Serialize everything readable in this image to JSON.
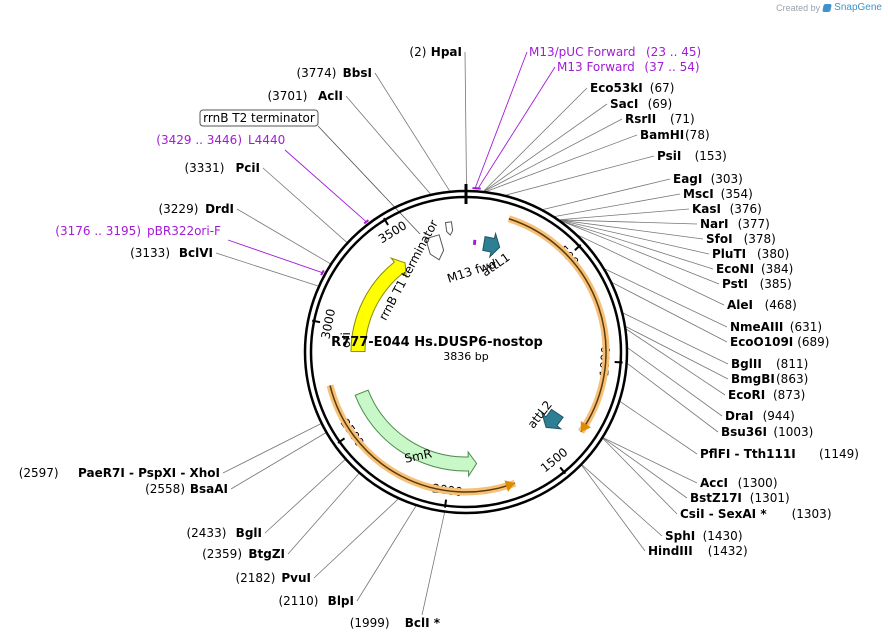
{
  "credit": {
    "prefix": "Created by",
    "brand": "SnapGene",
    "logo_icon": "snapgene-logo-icon"
  },
  "plasmid": {
    "name": "R777-E044 Hs.DUSP6-nostop",
    "size_label": "3836 bp",
    "length": 3836
  },
  "ticks": [
    {
      "label": "500",
      "bp": 500
    },
    {
      "label": "1000",
      "bp": 1000
    },
    {
      "label": "1500",
      "bp": 1500
    },
    {
      "label": "2000",
      "bp": 2000
    },
    {
      "label": "2500",
      "bp": 2500
    },
    {
      "label": "3000",
      "bp": 3000
    },
    {
      "label": "3500",
      "bp": 3500
    }
  ],
  "features": [
    {
      "label": "attL1",
      "start": 100,
      "end": 190,
      "type": "arrow",
      "color": "#2e7f93"
    },
    {
      "label": "M13 fwd",
      "start": 40,
      "end": 56,
      "type": "primer",
      "color": "#a21bd6"
    },
    {
      "label": "attL2",
      "start": 1320,
      "end": 1420,
      "type": "arrow",
      "color": "#2e7f93"
    },
    {
      "label": "SmR",
      "start": 1860,
      "end": 2650,
      "type": "arrow_rev",
      "color": "#c8f7c8"
    },
    {
      "label": "ori",
      "start": 2880,
      "end": 3470,
      "type": "arrow",
      "color": "#ffff00"
    },
    {
      "label": "rrnB T1 terminator",
      "start": 3620,
      "end": 3706,
      "type": "terminator",
      "color": "#ffffff"
    },
    {
      "label": "rrnB T2 terminator",
      "start": 3740,
      "end": 3768,
      "type": "terminator",
      "color": "#ffffff"
    }
  ],
  "site_labels": [
    {
      "name": "HpaI",
      "pos": "(2)",
      "bp": 2,
      "side": "L",
      "star": false
    },
    {
      "name": "BbsI",
      "pos": "(3774)",
      "bp": 3774,
      "side": "L",
      "star": false
    },
    {
      "name": "AclI",
      "pos": "(3701)",
      "bp": 3701,
      "side": "L",
      "star": false
    },
    {
      "name": "PciI",
      "pos": "(3331)",
      "bp": 3331,
      "side": "L",
      "star": false
    },
    {
      "name": "DrdI",
      "pos": "(3229)",
      "bp": 3229,
      "side": "L",
      "star": false
    },
    {
      "name": "BclVI",
      "pos": "(3133)",
      "bp": 3133,
      "side": "L",
      "star": false
    },
    {
      "name": "PaeR7I - PspXI - XhoI",
      "pos": "(2597)",
      "bp": 2597,
      "side": "L",
      "star": false
    },
    {
      "name": "BsaAI",
      "pos": "(2558)",
      "bp": 2558,
      "side": "L",
      "star": false
    },
    {
      "name": "BglI",
      "pos": "(2433)",
      "bp": 2433,
      "side": "L",
      "star": false
    },
    {
      "name": "BtgZI",
      "pos": "(2359)",
      "bp": 2359,
      "side": "L",
      "star": false
    },
    {
      "name": "PvuI",
      "pos": "(2182)",
      "bp": 2182,
      "side": "L",
      "star": false
    },
    {
      "name": "BlpI",
      "pos": "(2110)",
      "bp": 2110,
      "side": "L",
      "star": false
    },
    {
      "name": "BclI *",
      "pos": "(1999)",
      "bp": 1999,
      "side": "L",
      "star": true
    },
    {
      "name": "Eco53kI",
      "pos": "(67)",
      "bp": 67,
      "side": "R",
      "star": false
    },
    {
      "name": "SacI",
      "pos": "(69)",
      "bp": 69,
      "side": "R",
      "star": false
    },
    {
      "name": "RsrII",
      "pos": "(71)",
      "bp": 71,
      "side": "R",
      "star": false
    },
    {
      "name": "BamHI",
      "pos": "(78)",
      "bp": 78,
      "side": "R",
      "star": false
    },
    {
      "name": "PsiI",
      "pos": "(153)",
      "bp": 153,
      "side": "R",
      "star": false
    },
    {
      "name": "EagI",
      "pos": "(303)",
      "bp": 303,
      "side": "R",
      "star": false
    },
    {
      "name": "MscI",
      "pos": "(354)",
      "bp": 354,
      "side": "R",
      "star": false
    },
    {
      "name": "KasI",
      "pos": "(376)",
      "bp": 376,
      "side": "R",
      "star": false
    },
    {
      "name": "NarI",
      "pos": "(377)",
      "bp": 377,
      "side": "R",
      "star": false
    },
    {
      "name": "SfoI",
      "pos": "(378)",
      "bp": 378,
      "side": "R",
      "star": false
    },
    {
      "name": "PluTI",
      "pos": "(380)",
      "bp": 380,
      "side": "R",
      "star": false
    },
    {
      "name": "EcoNI",
      "pos": "(384)",
      "bp": 384,
      "side": "R",
      "star": false
    },
    {
      "name": "PstI",
      "pos": "(385)",
      "bp": 385,
      "side": "R",
      "star": false
    },
    {
      "name": "AleI",
      "pos": "(468)",
      "bp": 468,
      "side": "R",
      "star": false
    },
    {
      "name": "NmeAIII",
      "pos": "(631)",
      "bp": 631,
      "side": "R",
      "star": false
    },
    {
      "name": "EcoO109I",
      "pos": "(689)",
      "bp": 689,
      "side": "R",
      "star": false
    },
    {
      "name": "BglII",
      "pos": "(811)",
      "bp": 811,
      "side": "R",
      "star": false
    },
    {
      "name": "BmgBI",
      "pos": "(863)",
      "bp": 863,
      "side": "R",
      "star": false
    },
    {
      "name": "EcoRI",
      "pos": "(873)",
      "bp": 873,
      "side": "R",
      "star": false
    },
    {
      "name": "DraI",
      "pos": "(944)",
      "bp": 944,
      "side": "R",
      "star": false
    },
    {
      "name": "Bsu36I",
      "pos": "(1003)",
      "bp": 1003,
      "side": "R",
      "star": false
    },
    {
      "name": "PflFI - Tth111I",
      "pos": "(1149)",
      "bp": 1149,
      "side": "R",
      "star": false
    },
    {
      "name": "AccI",
      "pos": "(1300)",
      "bp": 1300,
      "side": "R",
      "star": false
    },
    {
      "name": "BstZ17I",
      "pos": "(1301)",
      "bp": 1301,
      "side": "R",
      "star": false
    },
    {
      "name": "CsiI - SexAI *",
      "pos": "(1303)",
      "bp": 1303,
      "side": "R",
      "star": true
    },
    {
      "name": "SphI",
      "pos": "(1430)",
      "bp": 1430,
      "side": "R",
      "star": false
    },
    {
      "name": "HindIII",
      "pos": "(1432)",
      "bp": 1432,
      "side": "R",
      "star": false
    }
  ],
  "primer_labels": [
    {
      "name": "M13/pUC Forward",
      "range": "(23 .. 45)",
      "bp": 34
    },
    {
      "name": "M13 Forward",
      "range": "(37 .. 54)",
      "bp": 45
    },
    {
      "name": "L4440",
      "range": "(3429 .. 3446)",
      "bp": 3437
    },
    {
      "name": "pBR322ori-F",
      "range": "(3176 .. 3195)",
      "bp": 3185
    }
  ],
  "boxed_feature_label": "rrnB T2 terminator"
}
